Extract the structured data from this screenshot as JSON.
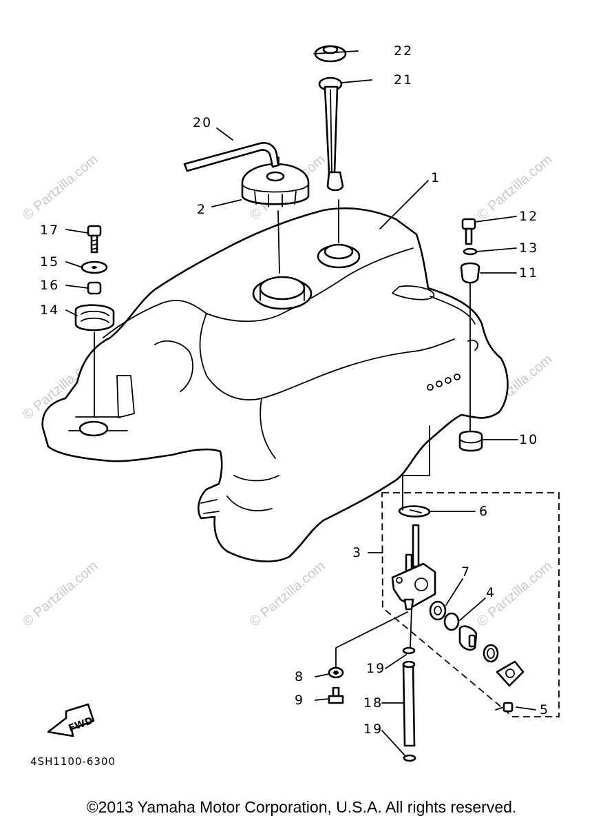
{
  "diagram": {
    "parts": [
      {
        "id": "p1",
        "label": "1"
      },
      {
        "id": "p2",
        "label": "2"
      },
      {
        "id": "p3",
        "label": "3"
      },
      {
        "id": "p4",
        "label": "4"
      },
      {
        "id": "p5",
        "label": "5"
      },
      {
        "id": "p6",
        "label": "6"
      },
      {
        "id": "p7",
        "label": "7"
      },
      {
        "id": "p8",
        "label": "8"
      },
      {
        "id": "p9",
        "label": "9"
      },
      {
        "id": "p10",
        "label": "10"
      },
      {
        "id": "p11",
        "label": "11"
      },
      {
        "id": "p12",
        "label": "12"
      },
      {
        "id": "p13",
        "label": "13"
      },
      {
        "id": "p14",
        "label": "14"
      },
      {
        "id": "p15",
        "label": "15"
      },
      {
        "id": "p16",
        "label": "16"
      },
      {
        "id": "p17",
        "label": "17"
      },
      {
        "id": "p18",
        "label": "18"
      },
      {
        "id": "p19a",
        "label": "19"
      },
      {
        "id": "p19b",
        "label": "19"
      },
      {
        "id": "p20",
        "label": "20"
      },
      {
        "id": "p21",
        "label": "21"
      },
      {
        "id": "p22",
        "label": "22"
      }
    ],
    "fwd_label": "FWD",
    "drawing_code": "4SH1100-6300",
    "watermark": "© Partzilla.com",
    "copyright": "©2013  Yamaha Motor Corporation, U.S.A. All rights reserved.",
    "colors": {
      "ink": "#000000",
      "watermark": "#c9c9c9",
      "background": "#ffffff"
    }
  }
}
